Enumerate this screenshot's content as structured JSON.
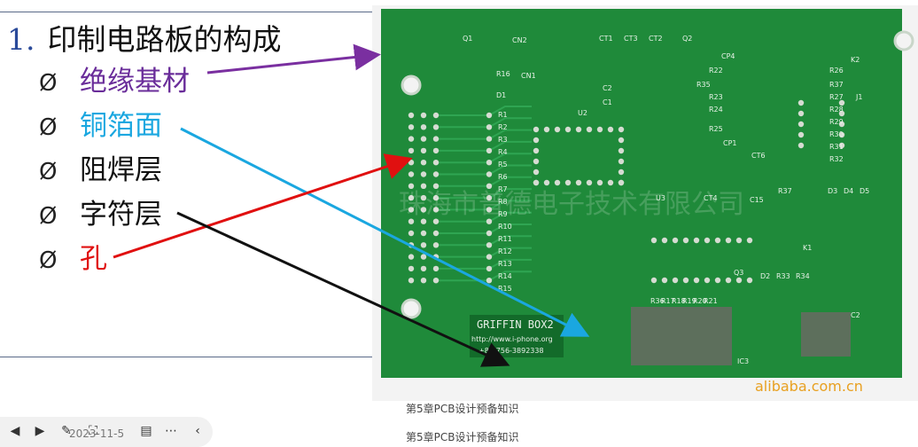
{
  "slide": {
    "heading_number": "1.",
    "heading_text": "印制电路板的构成",
    "bullet_mark": "Ø",
    "bullets": [
      {
        "text": "绝缘基材",
        "color": "#6a2d9a"
      },
      {
        "text": "铜箔面",
        "color": "#1aa7e0"
      },
      {
        "text": "阻焊层",
        "color": "#111111"
      },
      {
        "text": "字符层",
        "color": "#111111"
      },
      {
        "text": "孔",
        "color": "#e01010"
      }
    ],
    "arrow_colors": [
      "#7a2fa0",
      "#1aa7e0",
      "#e01010",
      "#111111"
    ]
  },
  "pcb": {
    "board_color": "#1f8a3a",
    "labels": [
      "Q1",
      "CN2",
      "CT1",
      "CT3",
      "CT2",
      "Q2",
      "CP4",
      "R16",
      "CN1",
      "R22",
      "R26",
      "R37",
      "K2",
      "R27",
      "R28",
      "R29",
      "R30",
      "R31",
      "R32",
      "D1",
      "R35",
      "R23",
      "R24",
      "R25",
      "CP1",
      "CT6",
      "J1",
      "U2",
      "C2",
      "C1",
      "R1",
      "R2",
      "R3",
      "R4",
      "R5",
      "R6",
      "R7",
      "R8",
      "R9",
      "R10",
      "R11",
      "R12",
      "R13",
      "R14",
      "R15",
      "U3",
      "CT4",
      "C15",
      "R37",
      "D3",
      "D4",
      "D5",
      "K1",
      "D2",
      "R33",
      "R34",
      "R36",
      "R17",
      "R18",
      "R19",
      "R20",
      "R21",
      "Q3",
      "IC3",
      "C2"
    ],
    "silkscreen_text": "GRIFFIN BOX2",
    "silkscreen_url": "http://www.i-phone.org",
    "silkscreen_phone": "+86-756-3892338",
    "watermark_cn": "珠海市普德电子技术有限公司",
    "watermark_site": "alibaba.com.cn"
  },
  "footer": {
    "line1": "第5章PCB设计预备知识",
    "line2": "第5章PCB设计预备知识"
  },
  "toolbar": {
    "icons": [
      "prev-icon",
      "next-icon",
      "pen-icon",
      "zoom-icon",
      "comment-icon",
      "more-icon",
      "collapse-icon"
    ],
    "date": "2023-11-5"
  }
}
